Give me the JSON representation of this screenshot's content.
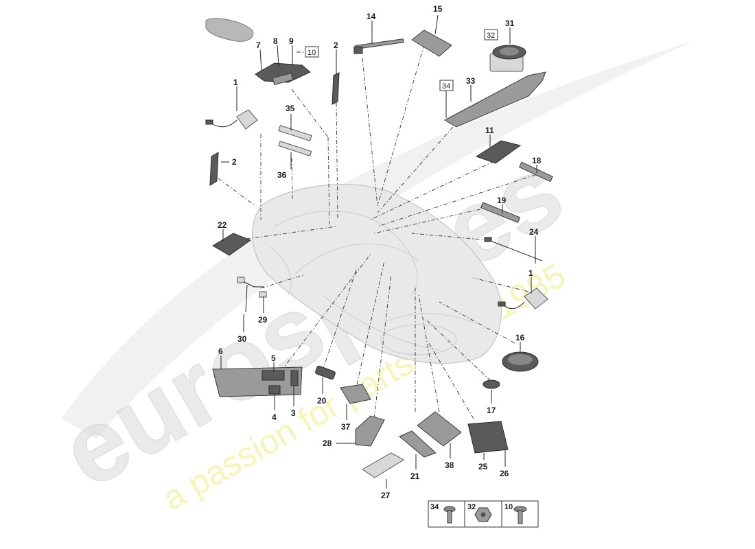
{
  "watermark": {
    "brand": "eurospares",
    "tagline": "a passion for parts since 1985"
  },
  "callouts": {
    "n1a": "1",
    "n1b": "1",
    "n2a": "2",
    "n2b": "2",
    "n3": "3",
    "n4": "4",
    "n5": "5",
    "n6": "6",
    "n7": "7",
    "n8": "8",
    "n9": "9",
    "n11": "11",
    "n14": "14",
    "n15": "15",
    "n16": "16",
    "n17": "17",
    "n18": "18",
    "n19": "19",
    "n20": "20",
    "n21": "21",
    "n22": "22",
    "n24": "24",
    "n25": "25",
    "n26": "26",
    "n27": "27",
    "n28": "28",
    "n29": "29",
    "n30": "30",
    "n31": "31",
    "n33": "33",
    "n35": "35",
    "n36": "36",
    "n37": "37",
    "n38": "38"
  },
  "boxed_callouts": {
    "b10": "10",
    "b32": "32",
    "b34": "34"
  },
  "fastener_legend": {
    "items": [
      {
        "label": "34",
        "icon": "screw-icon"
      },
      {
        "label": "32",
        "icon": "nut-icon"
      },
      {
        "label": "10",
        "icon": "bolt-icon"
      }
    ]
  },
  "colors": {
    "part_gray": "#9a9a9a",
    "highlight_yellow": "#ecec7a"
  }
}
